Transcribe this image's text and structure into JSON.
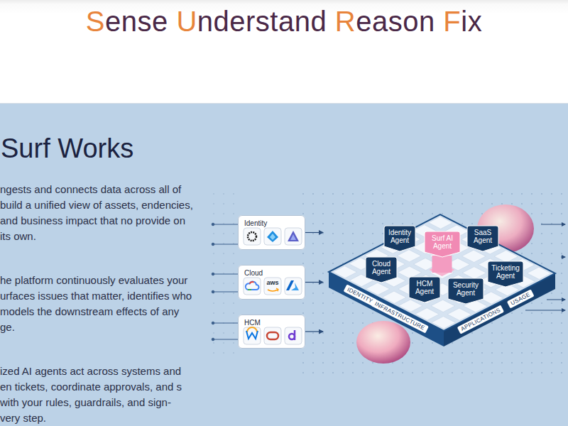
{
  "diagram": {
    "title": "Sense Understand Reason Fix",
    "nodes": [
      {
        "text": [
          "Identity"
        ]
      },
      {
        "text": [
          "Cloud"
        ]
      },
      {
        "text": [
          "HCM"
        ]
      },
      {
        "text": [
          "IDENTITY",
          "INFRASTRUCTURE",
          "APPLICATIONS",
          "USAGE"
        ]
      },
      {
        "text": [
          "Identity Agent"
        ],
        "in": 3
      },
      {
        "text": [
          "Surf AI Agent"
        ],
        "in": 3
      },
      {
        "text": [
          "SaaS Agent"
        ],
        "in": 3
      },
      {
        "text": [
          "Cloud Agent"
        ],
        "in": 3
      },
      {
        "text": [
          "Ticketing Agent"
        ],
        "in": 3
      },
      {
        "text": [
          "HCM Agent"
        ],
        "in": 3
      },
      {
        "text": [
          "Security Agent"
        ],
        "in": 3
      }
    ],
    "edges": [
      {
        "from": 0,
        "to": 3,
        "arrow": "to"
      },
      {
        "from": 1,
        "to": 3,
        "arrow": "to"
      },
      {
        "from": 2,
        "to": 3,
        "arrow": "to"
      }
    ],
    "labels": [
      "Surf Works",
      "ngests and connects data across all of build a unified view of assets, endencies, and business impact that no provide on its own.",
      "he platform continuously evaluates your urfaces issues that matter, identifies who models the downstream effects of any ge.",
      "ized AI agents act across systems and en tickets, coordinate approvals, and s with your rules, guardrails, and sign- very step.",
      "aws"
    ]
  }
}
